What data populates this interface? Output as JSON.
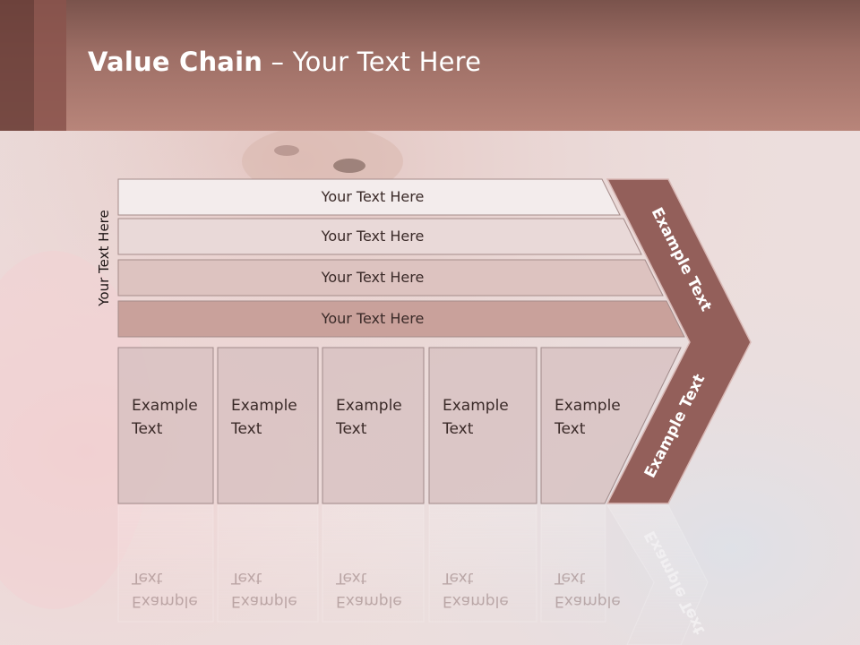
{
  "title": {
    "bold": "Value Chain",
    "rest": " – Your Text Here"
  },
  "side_label": "Your Text Here",
  "rows": [
    {
      "label": "Your Text Here",
      "fill": "#f3ecec"
    },
    {
      "label": "Your Text Here",
      "fill": "#e9d9d8"
    },
    {
      "label": "Your Text Here",
      "fill": "#ddc3c0"
    },
    {
      "label": "Your Text Here",
      "fill": "#c9a19b"
    }
  ],
  "boxes": [
    {
      "line1": "Example",
      "line2": "Text"
    },
    {
      "line1": "Example",
      "line2": "Text"
    },
    {
      "line1": "Example",
      "line2": "Text"
    },
    {
      "line1": "Example",
      "line2": "Text"
    },
    {
      "line1": "Example",
      "line2": "Text"
    }
  ],
  "chevron": {
    "top": "Example Text",
    "bottom": "Example Text",
    "fill": "#935f5a"
  },
  "colors": {
    "header": "#9d6e65",
    "box_fill": "#d7c0c0",
    "box_stroke": "#a08a8a"
  }
}
